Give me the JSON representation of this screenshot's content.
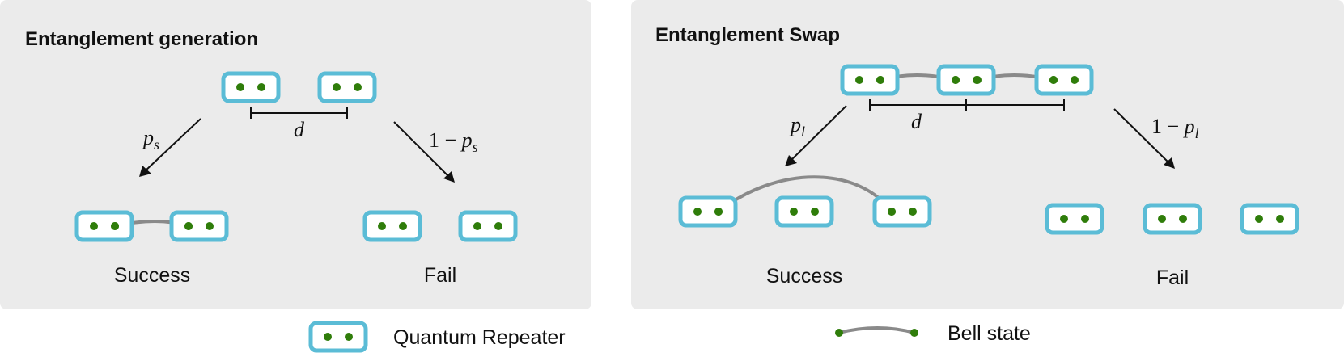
{
  "colors": {
    "panel_background": "#ebebeb",
    "repeater_border": "#5bbcd6",
    "qubit": "#2f7d0a",
    "bell_link": "#8a8a8a"
  },
  "generation_panel": {
    "title": "Entanglement generation",
    "distance_label": "d",
    "success_probability": {
      "base": "p",
      "sub": "s"
    },
    "failure_probability": {
      "prefix": "1 − ",
      "base": "p",
      "sub": "s"
    },
    "success_caption": "Success",
    "fail_caption": "Fail"
  },
  "swap_panel": {
    "title": "Entanglement Swap",
    "distance_label": "d",
    "success_probability": {
      "base": "p",
      "sub": "l"
    },
    "failure_probability": {
      "prefix": "1 − ",
      "base": "p",
      "sub": "l"
    },
    "success_caption": "Success",
    "fail_caption": "Fail"
  },
  "legend": {
    "repeater_label": "Quantum Repeater",
    "bell_label": "Bell state"
  }
}
